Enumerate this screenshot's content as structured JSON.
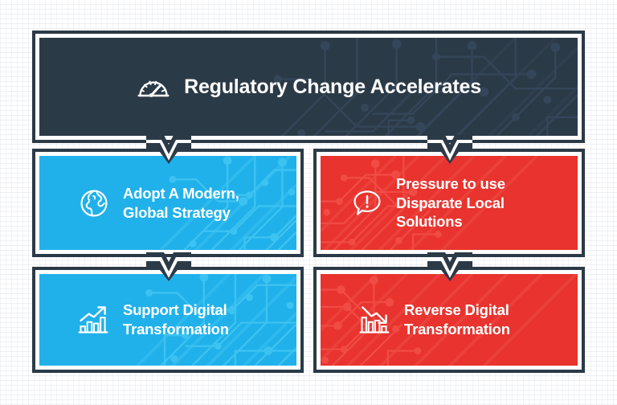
{
  "infographic": {
    "header": {
      "title": "Regulatory Change Accelerates",
      "icon": "speedometer-icon",
      "background_color": "#2b3a47",
      "text_color": "#ffffff"
    },
    "cards": [
      {
        "id": "adopt-modern-global-strategy",
        "title_line1": "Adopt A Modern,",
        "title_line2": "Global Strategy",
        "title_line3": "",
        "icon": "globe-icon",
        "background_color": "#21b1ea",
        "outcome": "positive",
        "column": "left",
        "row": 1
      },
      {
        "id": "pressure-disparate-local-solutions",
        "title_line1": "Pressure to use",
        "title_line2": "Disparate Local",
        "title_line3": "Solutions",
        "icon": "alert-speech-bubble-icon",
        "background_color": "#e8332e",
        "outcome": "negative",
        "column": "right",
        "row": 1
      },
      {
        "id": "support-digital-transformation",
        "title_line1": "Support Digital",
        "title_line2": "Transformation",
        "title_line3": "",
        "icon": "bar-chart-rising-icon",
        "background_color": "#21b1ea",
        "outcome": "positive",
        "column": "left",
        "row": 2
      },
      {
        "id": "reverse-digital-transformation",
        "title_line1": "Reverse Digital",
        "title_line2": "Transformation",
        "title_line3": "",
        "icon": "bar-chart-falling-icon",
        "background_color": "#e8332e",
        "outcome": "negative",
        "column": "right",
        "row": 2
      }
    ],
    "connectors": [
      {
        "name": "connector-header-to-left-top",
        "shape": "chevron-down"
      },
      {
        "name": "connector-header-to-right-top",
        "shape": "chevron-down"
      },
      {
        "name": "connector-left-top-to-left-bottom",
        "shape": "chevron-down"
      },
      {
        "name": "connector-right-top-to-right-bottom",
        "shape": "chevron-down"
      }
    ],
    "colors": {
      "border": "#2c3a47",
      "dark_navy": "#2b3a47",
      "blue": "#21b1ea",
      "red": "#e8332e",
      "white": "#ffffff",
      "page_background": "#ffffff"
    }
  }
}
